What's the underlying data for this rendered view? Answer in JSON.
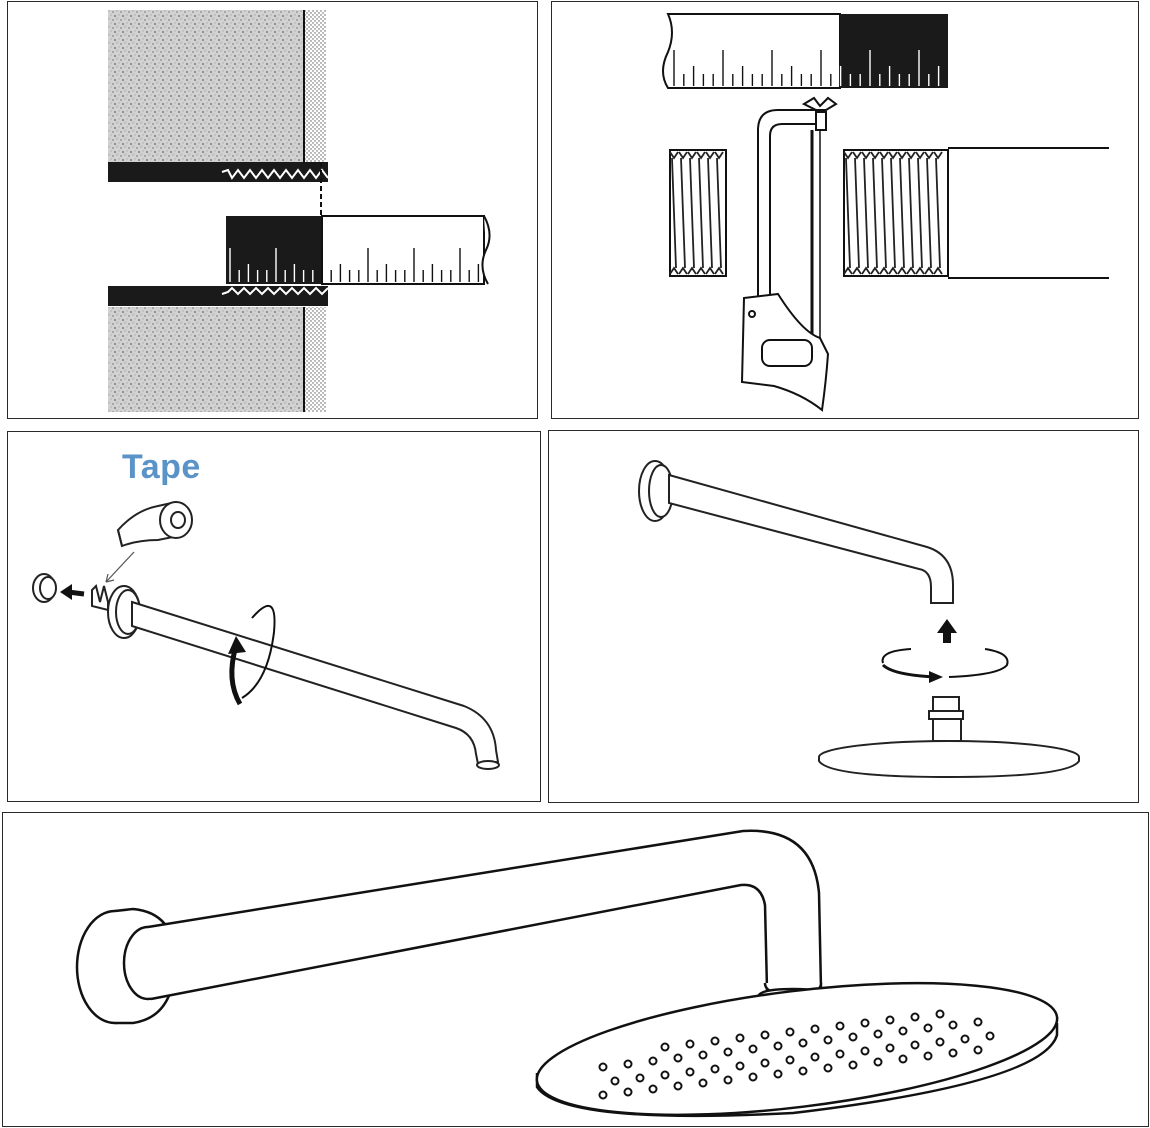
{
  "panels": [
    {
      "id": "step-1",
      "description_label": ""
    },
    {
      "id": "step-2",
      "description_label": ""
    },
    {
      "id": "step-3",
      "tape_label": "Tape"
    },
    {
      "id": "step-4",
      "description_label": ""
    },
    {
      "id": "step-5",
      "description_label": ""
    }
  ],
  "tape": {
    "label": "Tape",
    "color": "#5a93c8"
  },
  "colors": {
    "border": "#2a2a2a",
    "ink": "#111111",
    "stone": "#c9c9c9",
    "dark_band": "#1a1a1a"
  }
}
